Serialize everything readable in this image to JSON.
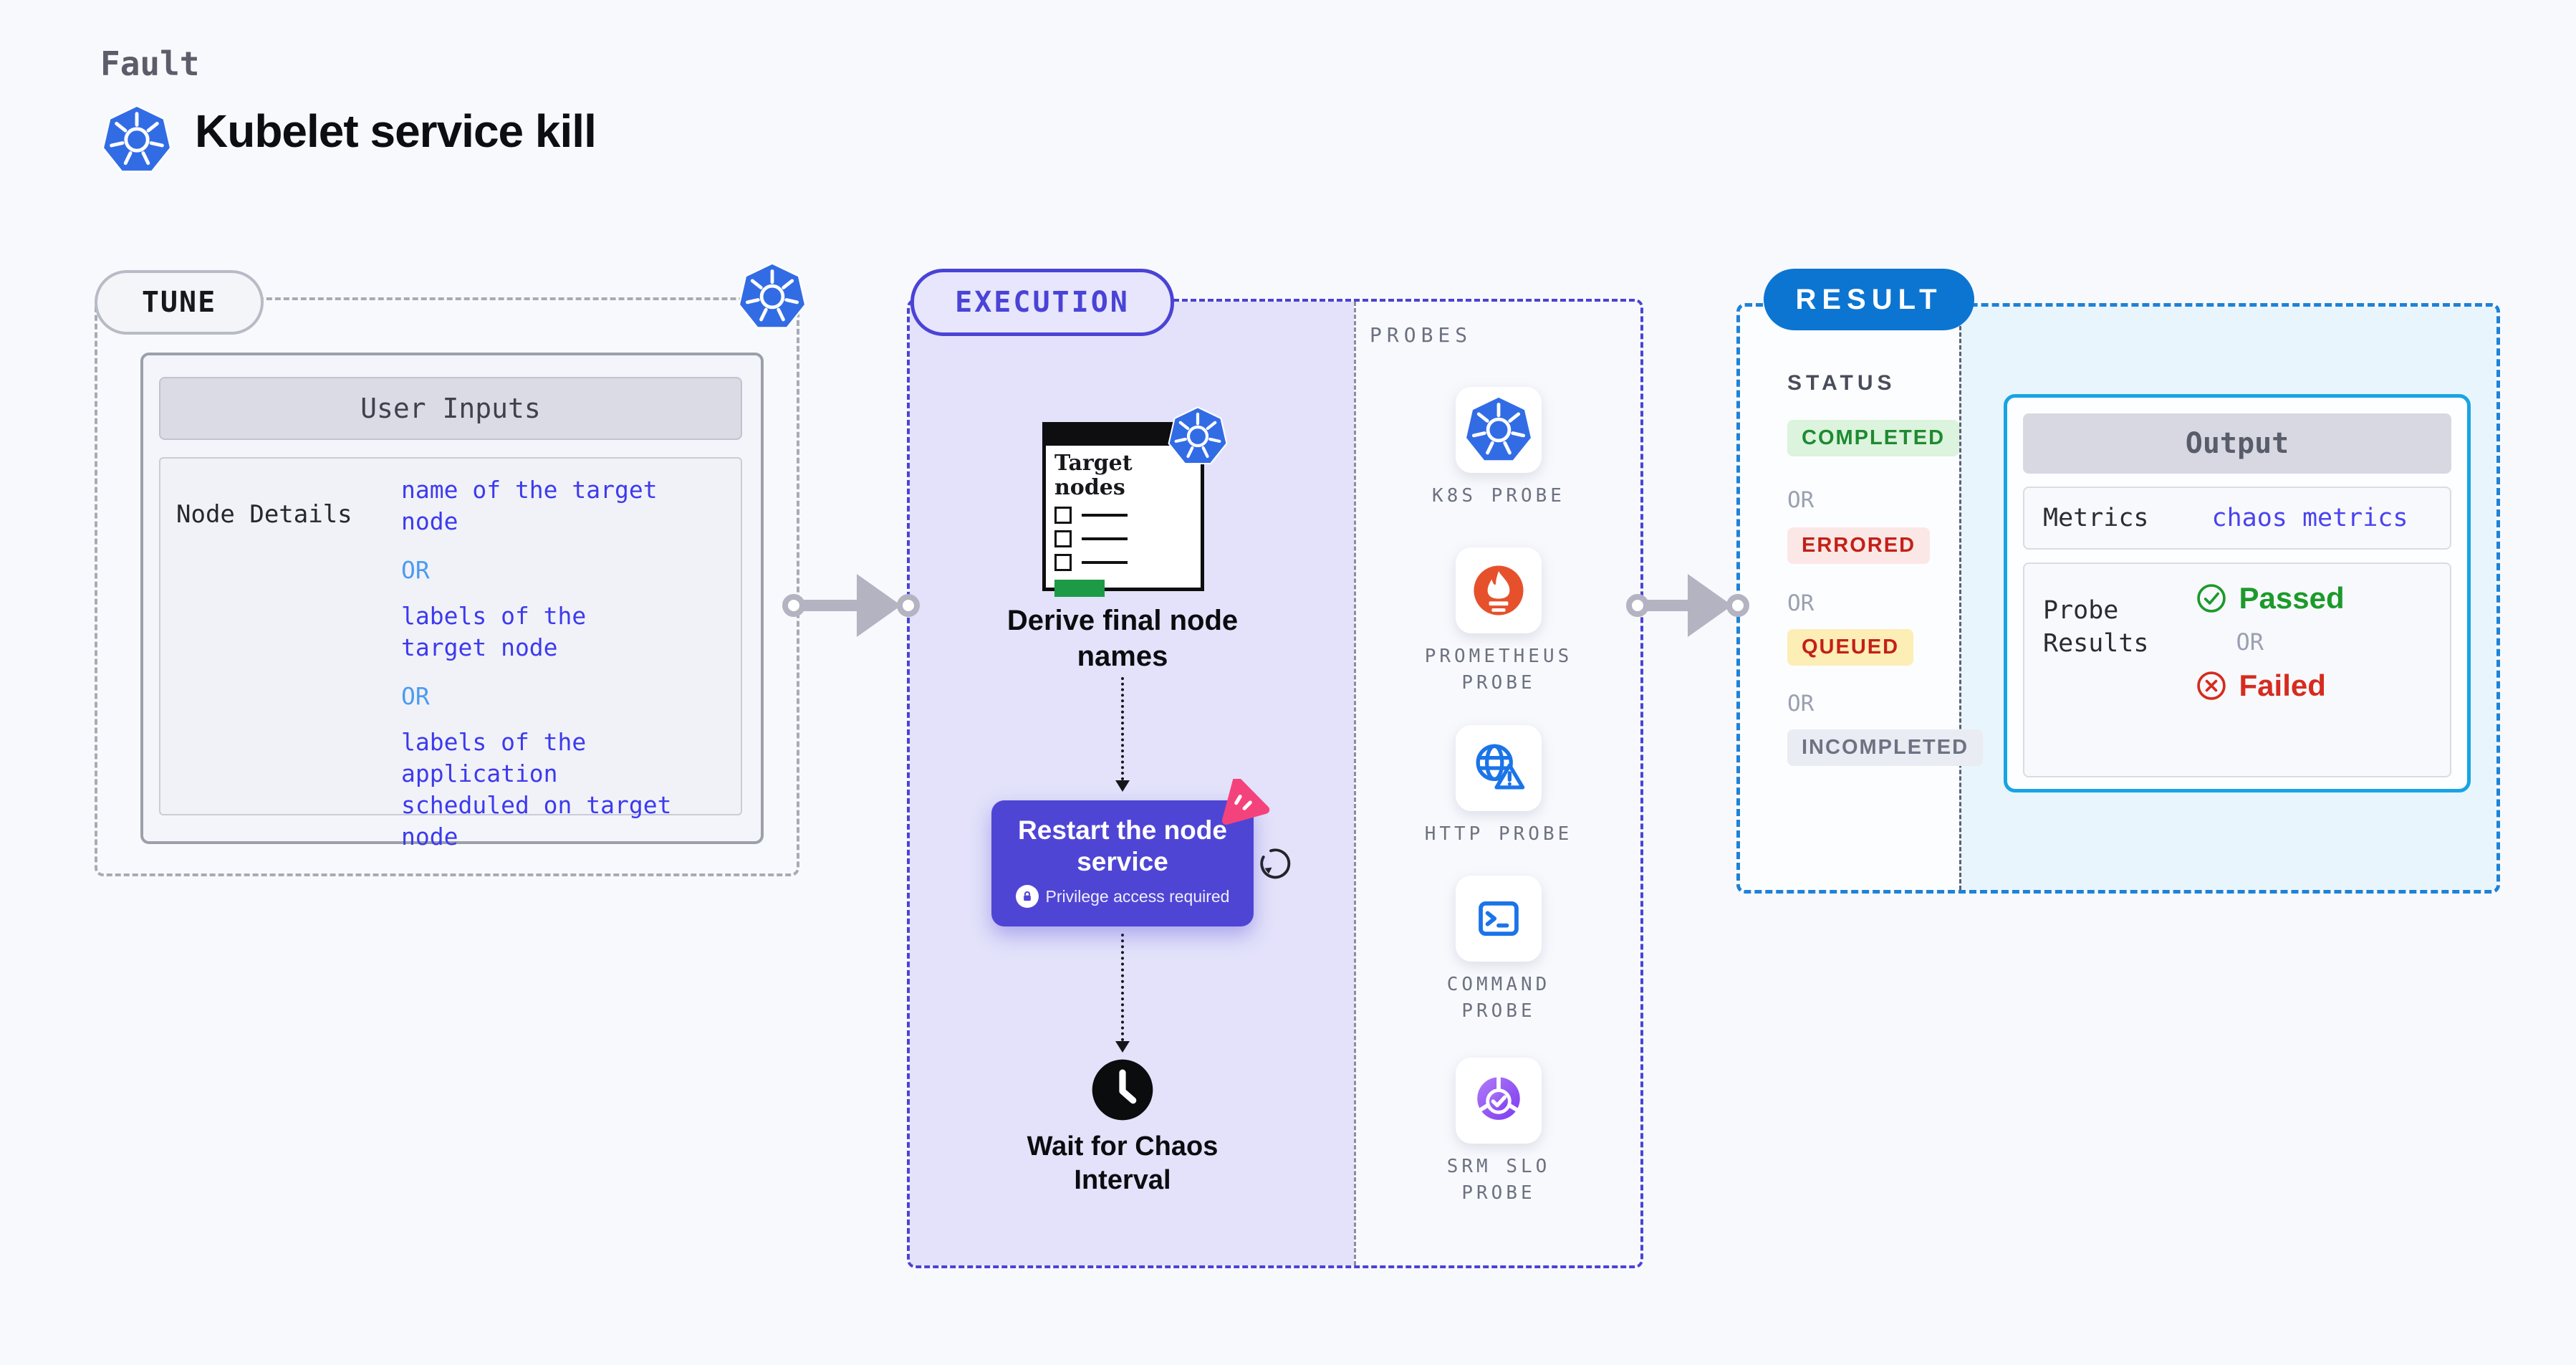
{
  "page": {
    "kicker": "Fault",
    "title": "Kubelet service kill"
  },
  "tune": {
    "label": "TUNE",
    "panel_title": "User Inputs",
    "row_label": "Node Details",
    "separator": "OR",
    "options": [
      "name of the target\nnode",
      "labels of the\ntarget node",
      "labels of the application\n scheduled on target node"
    ]
  },
  "execution": {
    "label": "EXECUTION",
    "target_window_title": "Target nodes",
    "step_derive": "Derive final node\nnames",
    "step_restart": "Restart the node\nservice",
    "restart_note": "Privilege access required",
    "step_wait": "Wait for Chaos\nInterval"
  },
  "probes": {
    "label": "PROBES",
    "items": [
      {
        "label": "K8S PROBE",
        "icon": "k8s"
      },
      {
        "label": "PROMETHEUS PROBE",
        "icon": "prometheus"
      },
      {
        "label": "HTTP PROBE",
        "icon": "http-globe-warning"
      },
      {
        "label": "COMMAND PROBE",
        "icon": "terminal"
      },
      {
        "label": "SRM SLO PROBE",
        "icon": "slo-pie-check"
      }
    ]
  },
  "result": {
    "label": "RESULT",
    "status_label": "STATUS",
    "separator": "OR",
    "statuses": [
      {
        "label": "COMPLETED",
        "bg": "#dcf3dd",
        "color": "#1e8a31"
      },
      {
        "label": "ERRORED",
        "bg": "#fbe8e6",
        "color": "#c32017"
      },
      {
        "label": "QUEUED",
        "bg": "#fdeeb5",
        "color": "#c32017"
      },
      {
        "label": "INCOMPLETED",
        "bg": "#eaecf4",
        "color": "#6d7382"
      }
    ],
    "output": {
      "title": "Output",
      "metrics_label": "Metrics",
      "metrics_value": "chaos metrics",
      "probe_results_label": "Probe\nResults",
      "passed": "Passed",
      "or": "OR",
      "failed": "Failed"
    }
  },
  "colors": {
    "k8s_blue": "#326ce5",
    "execution_indigo": "#4a43d6",
    "execution_lavender": "#e3e2fa",
    "fault_card_purple": "#4f45d5",
    "chaos_badge_pink": "#f4437c",
    "result_blue": "#0c75d2",
    "output_border_cyan": "#18a4e2",
    "result_panel_cyan": "#e8f5fd",
    "passed_green": "#1b9a2b",
    "failed_red": "#d62b1f",
    "prometheus_orange": "#e6512c",
    "arrow_gray": "#b3b3c1",
    "input_text_blue": "#3d3aee",
    "or_blue": "#4c9bf0",
    "target_button_green": "#1d9a46"
  }
}
